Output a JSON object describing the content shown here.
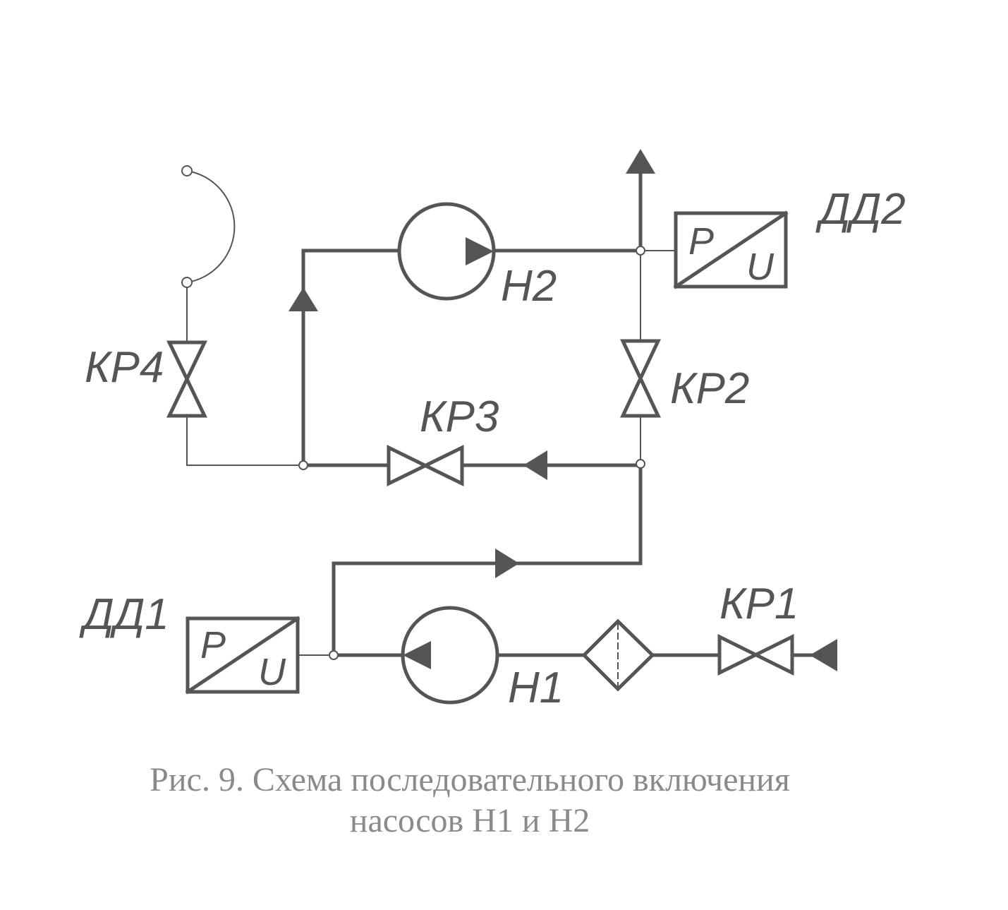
{
  "labels": {
    "kp1": "КР1",
    "kp2": "КР2",
    "kp3": "КР3",
    "kp4": "КР4",
    "h1": "Н1",
    "h2": "Н2",
    "dd1": "ДД1",
    "dd2": "ДД2",
    "p": "P",
    "u": "U"
  },
  "caption": {
    "line1": "Рис. 9. Схема последовательного включения",
    "line2": "насосов Н1 и Н2"
  },
  "colors": {
    "line": "#555555",
    "caption": "#8a8a8a",
    "background": "#ffffff"
  }
}
